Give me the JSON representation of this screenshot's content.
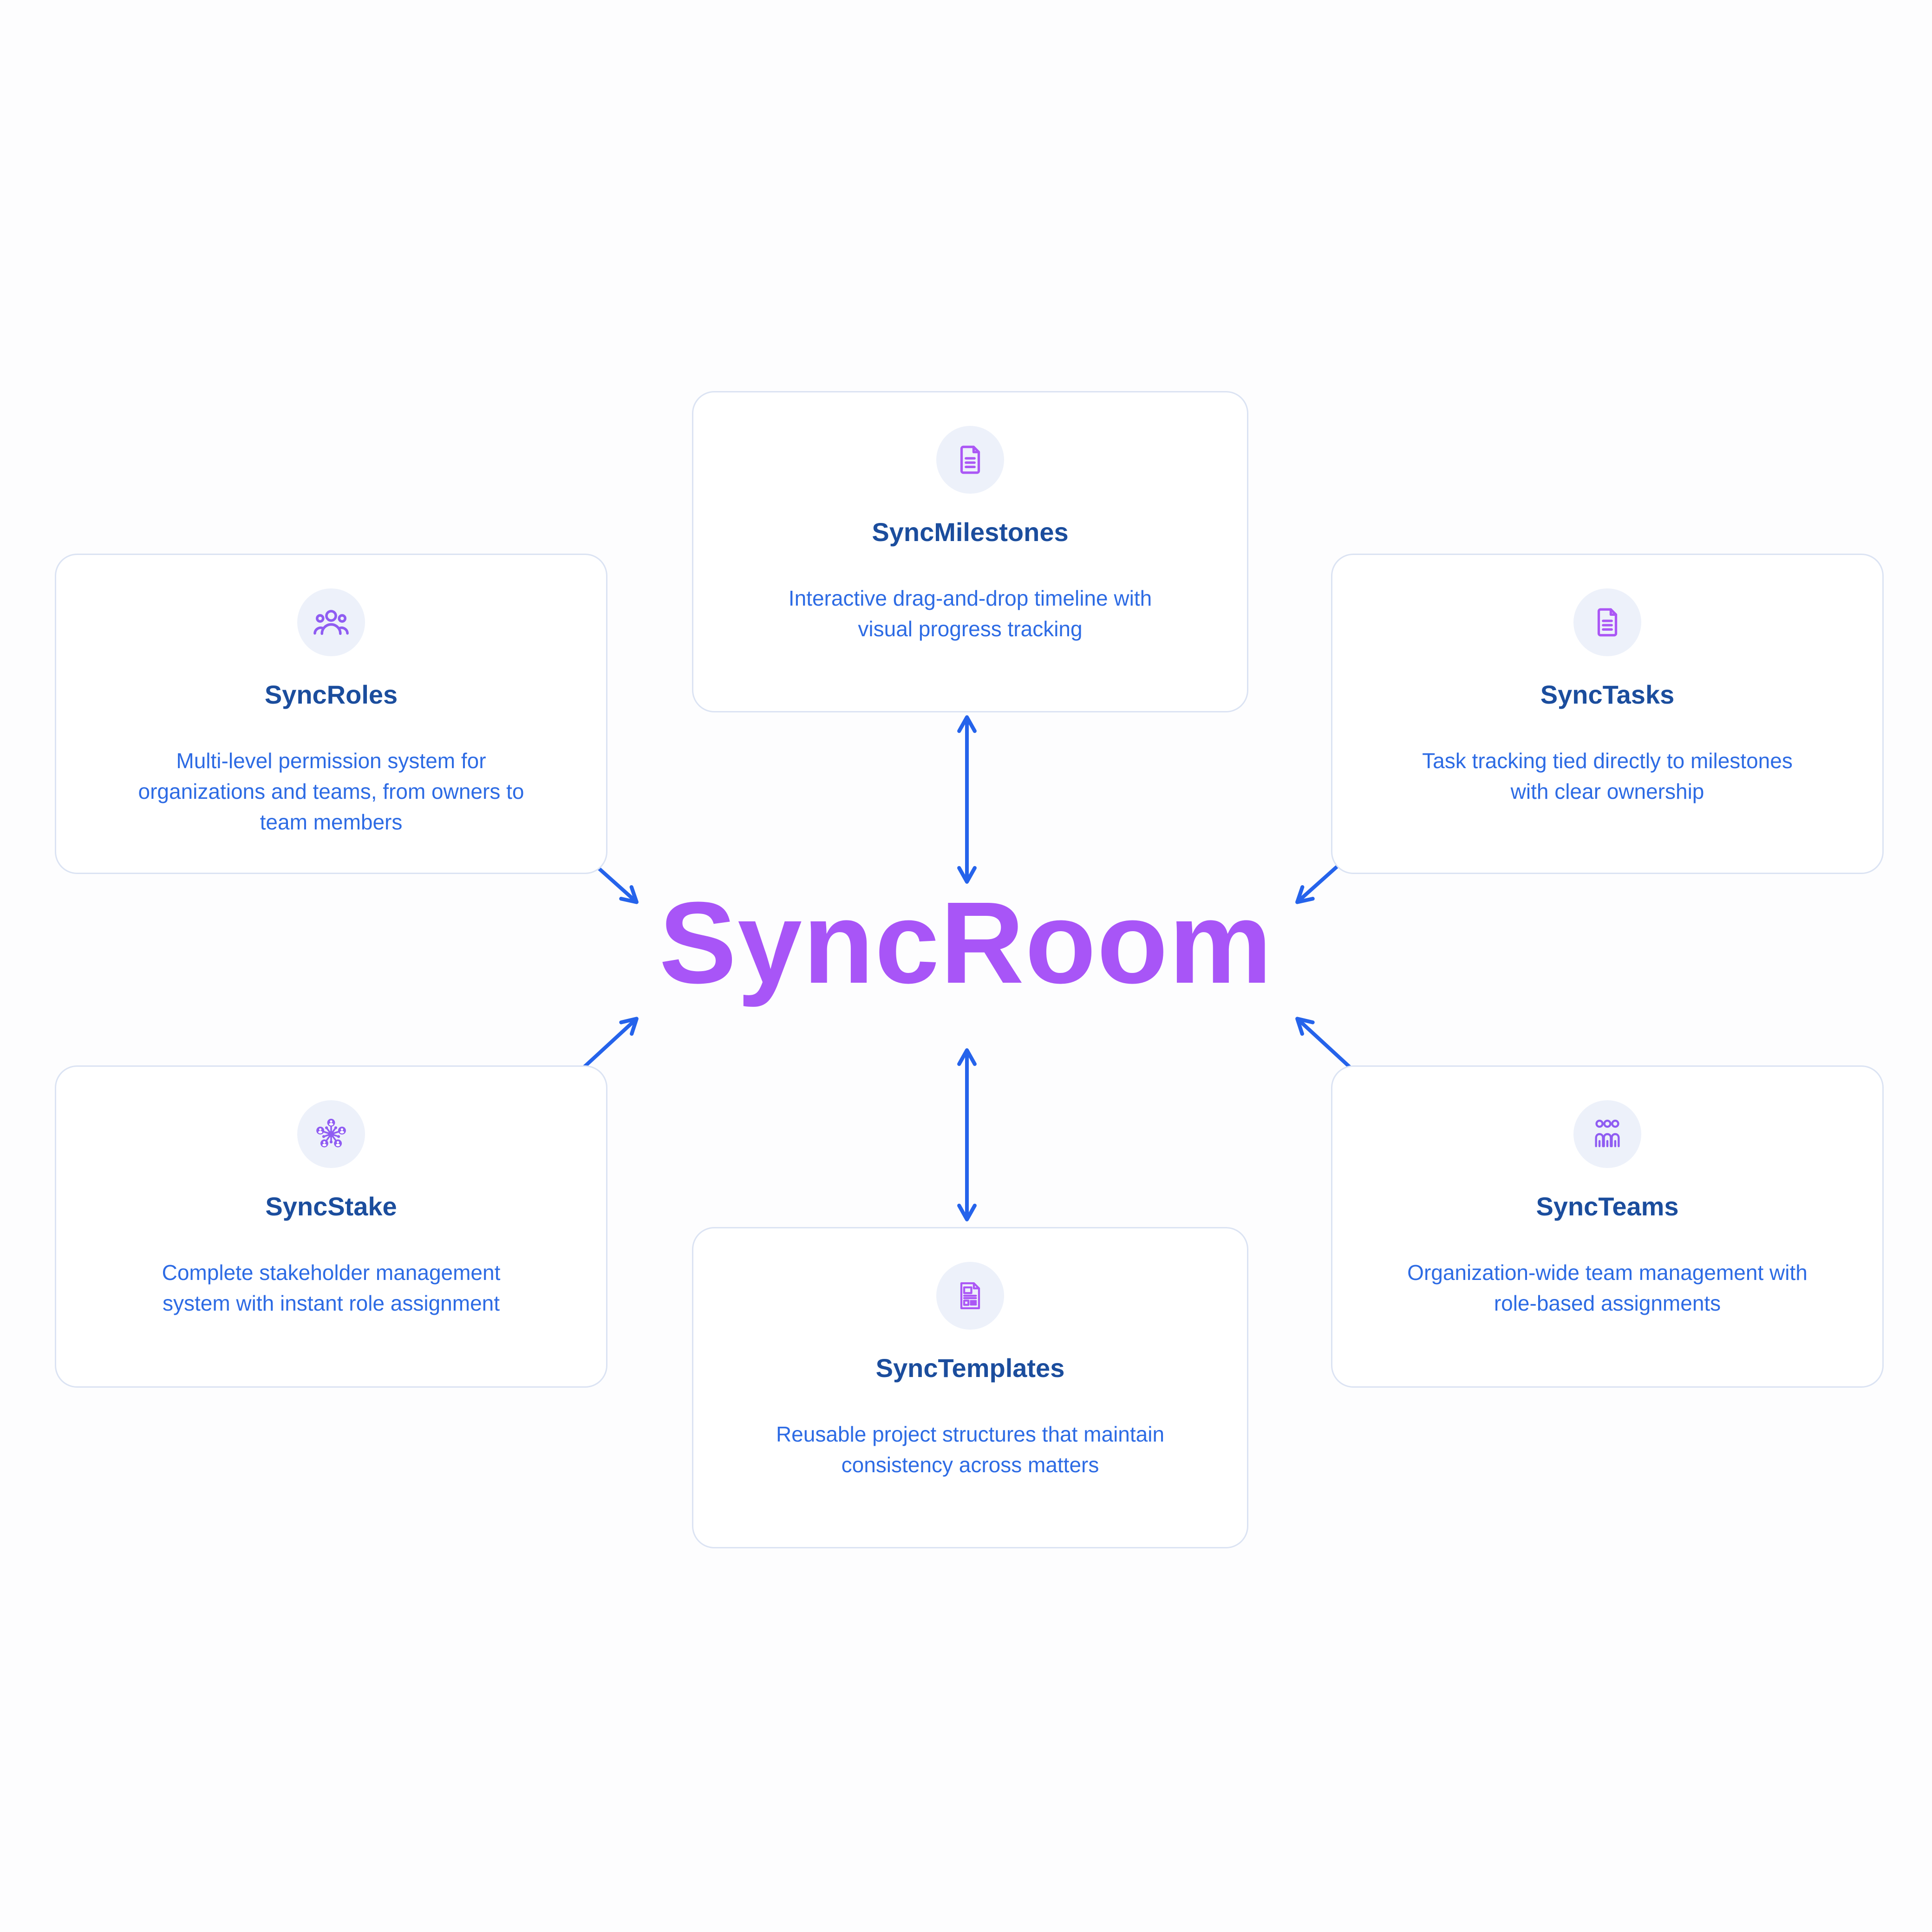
{
  "center": {
    "title": "SyncRoom"
  },
  "theme": {
    "hub_title_color": "#a855f7",
    "card_title_color": "#1b4d9d",
    "card_desc_color": "#2d6be4",
    "arrow_color": "#2563eb",
    "card_border_color": "#dbe3f3",
    "icon_circle_bg": "#edf1fa",
    "icon_doc_color": "#ab57f5",
    "icon_people_color": "#8f5cf2"
  },
  "cards": [
    {
      "key": "milestones",
      "icon": "file-text-icon",
      "title": "SyncMilestones",
      "desc_lines": [
        "Interactive drag-and-drop timeline with",
        "visual progress tracking"
      ]
    },
    {
      "key": "roles",
      "icon": "users-icon",
      "title": "SyncRoles",
      "desc_lines": [
        "Multi-level permission system for",
        "organizations and teams, from owners to",
        "team members"
      ]
    },
    {
      "key": "tasks",
      "icon": "file-text-icon",
      "title": "SyncTasks",
      "desc_lines": [
        "Task tracking tied directly to milestones",
        "with clear ownership"
      ]
    },
    {
      "key": "stake",
      "icon": "stakeholder-network-icon",
      "title": "SyncStake",
      "desc_lines": [
        "Complete stakeholder management",
        "system with instant role assignment"
      ]
    },
    {
      "key": "teams",
      "icon": "team-group-icon",
      "title": "SyncTeams",
      "desc_lines": [
        "Organization-wide team management with",
        "role-based assignments"
      ]
    },
    {
      "key": "templates",
      "icon": "template-document-icon",
      "title": "SyncTemplates",
      "desc_lines": [
        "Reusable project structures that maintain",
        "consistency across matters"
      ]
    }
  ],
  "connections": [
    {
      "from": "SyncRoom",
      "to": "SyncMilestones",
      "style": "double-arrow"
    },
    {
      "from": "SyncRoom",
      "to": "SyncRoles",
      "style": "double-arrow"
    },
    {
      "from": "SyncRoom",
      "to": "SyncTasks",
      "style": "double-arrow"
    },
    {
      "from": "SyncRoom",
      "to": "SyncStake",
      "style": "double-arrow"
    },
    {
      "from": "SyncRoom",
      "to": "SyncTeams",
      "style": "double-arrow"
    },
    {
      "from": "SyncRoom",
      "to": "SyncTemplates",
      "style": "double-arrow"
    }
  ]
}
